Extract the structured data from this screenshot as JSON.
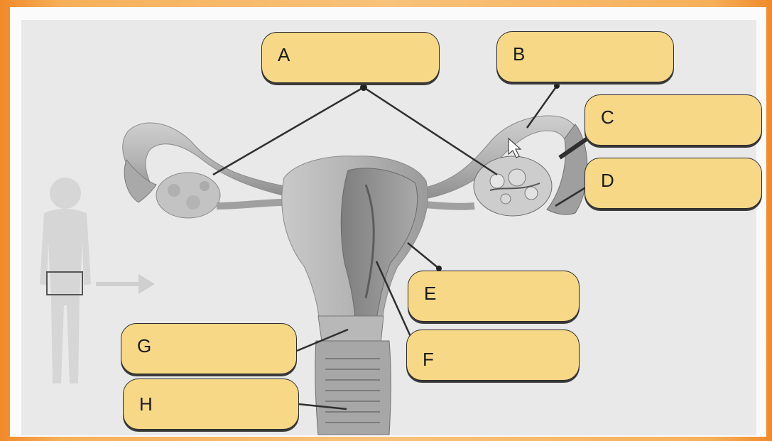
{
  "labels": {
    "A": "A",
    "B": "B",
    "C": "C",
    "D": "D",
    "E": "E",
    "F": "F",
    "G": "G",
    "H": "H"
  },
  "colors": {
    "label_fill": "#f6d887",
    "frame_orange": "#f6b05a",
    "diagram_bg": "#e9e9e9"
  }
}
